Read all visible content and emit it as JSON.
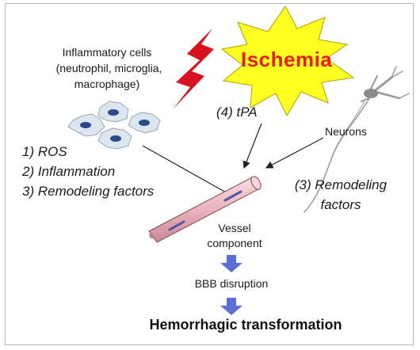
{
  "inflammatory": {
    "title": "Inflammatory cells",
    "sub1": "(neutrophil, microglia,",
    "sub2": "macrophage)"
  },
  "ischemia": {
    "label": "Ischemia",
    "color": "#e81c1c",
    "burst_color": "#ffff22",
    "bolt_color": "#d8131f"
  },
  "tpa": {
    "label": "(4) tPA"
  },
  "neurons": {
    "label": "Neurons"
  },
  "factors_left": {
    "ros": "1) ROS",
    "inflammation": "2) Inflammation",
    "remodeling": "3) Remodeling factors"
  },
  "factors_right": {
    "line1": "(3) Remodeling",
    "line2": "factors"
  },
  "vessel": {
    "line1": "Vessel",
    "line2": "component"
  },
  "bbb": {
    "label": "BBB disruption"
  },
  "outcome": {
    "label": "Hemorrhagic transformation"
  },
  "colors": {
    "arrow_blue": "#5b6fd6",
    "vessel_pink": "#f0c0c8",
    "cell_fill": "#dce6ef",
    "nucleus": "#2b4a8a"
  }
}
